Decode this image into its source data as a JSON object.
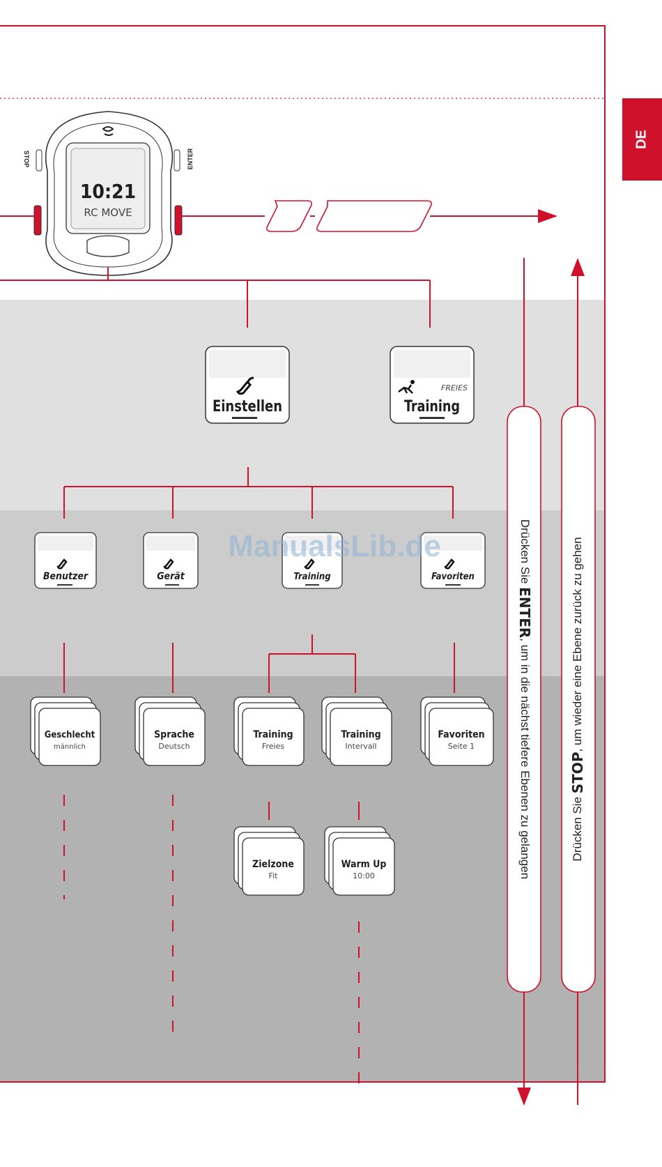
{
  "lang_tab": "DE",
  "watermark": "ManualsLib.de",
  "watch": {
    "time": "10:21",
    "model": "RC MOVE",
    "stop_label": "STOP",
    "enter_label": "ENTER"
  },
  "level1": [
    {
      "line1": "",
      "line2": "Einstellen",
      "icon": "wrench-icon"
    },
    {
      "line1": "FREIES",
      "line2": "Training",
      "icon": "runner-icon"
    }
  ],
  "level2": [
    {
      "label": "Benutzer",
      "icon": "wrench-icon"
    },
    {
      "label": "Gerät",
      "icon": "wrench-icon"
    },
    {
      "label": "Training",
      "icon": "wrench-icon"
    },
    {
      "label": "Favoriten",
      "icon": "wrench-icon"
    }
  ],
  "level3": [
    {
      "title": "Geschlecht",
      "sub": "männlich"
    },
    {
      "title": "Sprache",
      "sub": "Deutsch"
    },
    {
      "title": "Training",
      "sub": "Freies"
    },
    {
      "title": "Training",
      "sub": "Intervall"
    },
    {
      "title": "Favoriten",
      "sub": "Seite 1"
    }
  ],
  "level4": [
    {
      "title": "Zielzone",
      "sub": "Fit"
    },
    {
      "title": "Warm Up",
      "sub": "10:00"
    }
  ],
  "enter_instruction": {
    "pre": "Drücken Sie ",
    "key": "ENTER",
    "post": ", um in die nächst tiefere Ebenen zu gelangen"
  },
  "stop_instruction": {
    "pre": "Drücken Sie ",
    "key": "STOP",
    "post": ", um wieder eine Ebene zurück zu gehen"
  },
  "colors": {
    "accent": "#d0112b",
    "band1": "#e0e0e0",
    "band2": "#cccccc",
    "band3": "#b2b2b2"
  }
}
